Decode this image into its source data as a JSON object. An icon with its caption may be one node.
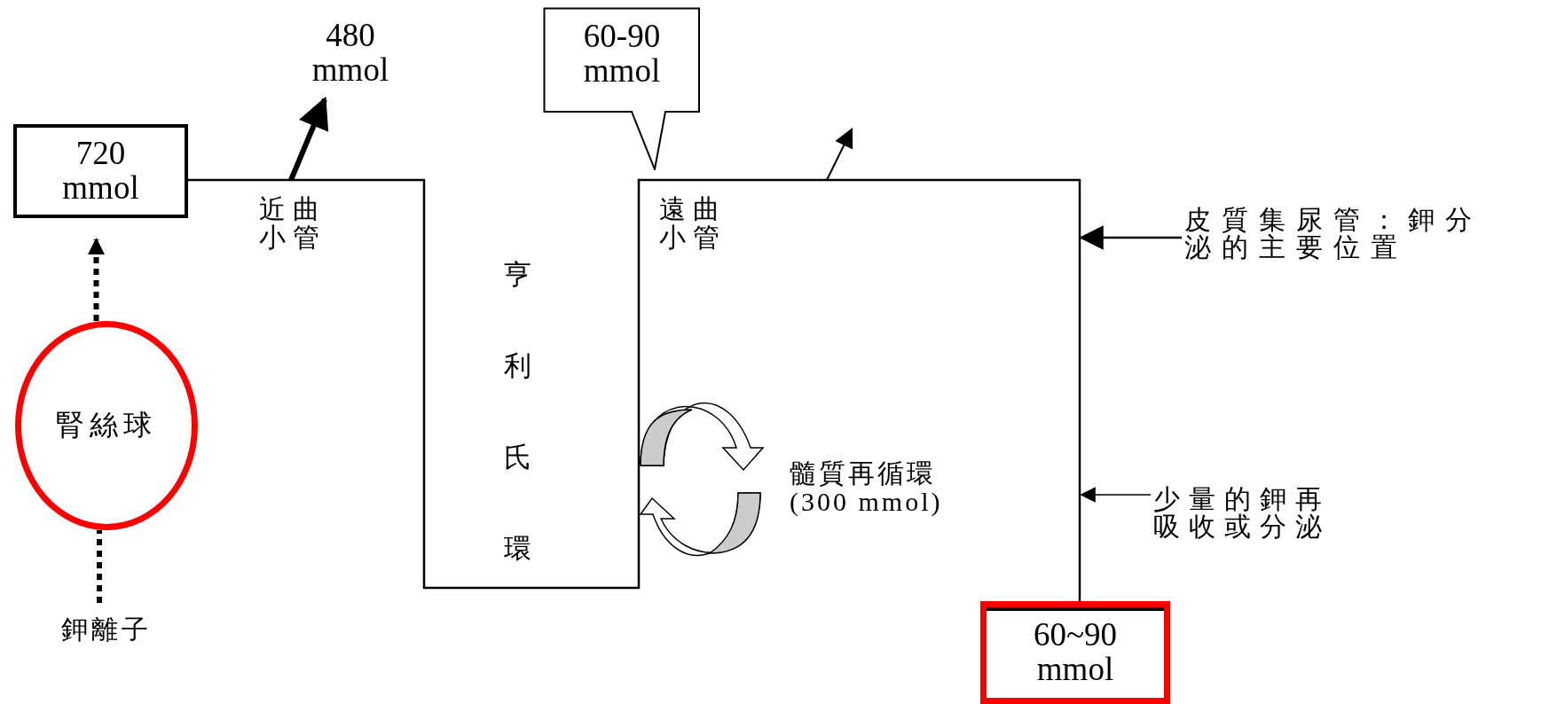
{
  "diagram": {
    "nodes": [
      {
        "text": [
          "720 mmol"
        ]
      },
      {
        "text": [
          "480 mmol"
        ]
      },
      {
        "text": [
          "60-90 mmol"
        ]
      },
      {
        "text": [
          "腎絲球"
        ]
      },
      {
        "text": [
          "鉀離子"
        ]
      },
      {
        "text": [
          "皮質集尿管：鉀分泌的主要位置"
        ]
      },
      {
        "text": [
          "少量的鉀再吸收或分泌"
        ]
      },
      {
        "text": [
          "60~90 mmol"
        ]
      }
    ],
    "edges": [
      {
        "from": 3,
        "to": 0,
        "arrow": "to",
        "style": "dashed"
      },
      {
        "from": 4,
        "to": 3,
        "arrow": "none",
        "style": "dashed"
      },
      {
        "from": null,
        "to": 1,
        "arrow": "to",
        "style": "thick"
      },
      {
        "from": 5,
        "to": null,
        "arrow": "to"
      },
      {
        "from": 6,
        "to": null,
        "arrow": "to"
      },
      {
        "from": 0,
        "to": 7,
        "arrow": "none"
      }
    ],
    "labels": [
      "近曲小管",
      "亨利氏環",
      "遠曲小管",
      "髓質再循環 (300 mmol)"
    ]
  }
}
